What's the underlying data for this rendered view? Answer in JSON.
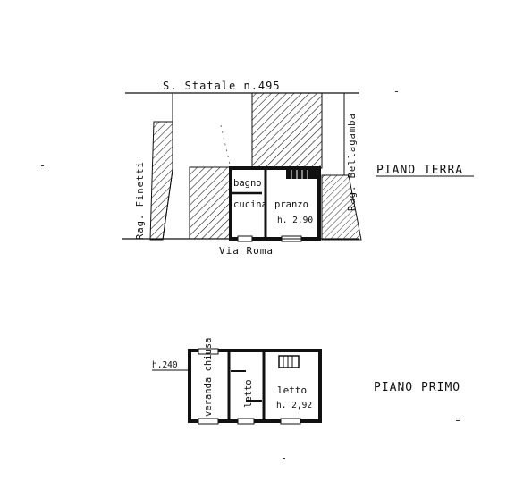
{
  "ground_floor": {
    "road_top": "S.  Statale  n.495",
    "road_bottom": "Via  Roma",
    "neighbor_left": "Rag.  Finetti",
    "neighbor_right": "Rag.  Bellagamba",
    "room_bath": "bagno",
    "room_kitchen": "cucina",
    "room_dining": "pranzo",
    "height": "h. 2,90",
    "floor_title": "PIANO  TERRA"
  },
  "first_floor": {
    "room_veranda": "veranda chiusa",
    "room_bed_small": "letto",
    "room_bed_large": "letto",
    "height": "h. 2,92",
    "veranda_height": "h.240",
    "floor_title": "PIANO  PRIMO"
  },
  "colors": {
    "ink": "#111111",
    "paper": "#ffffff"
  }
}
